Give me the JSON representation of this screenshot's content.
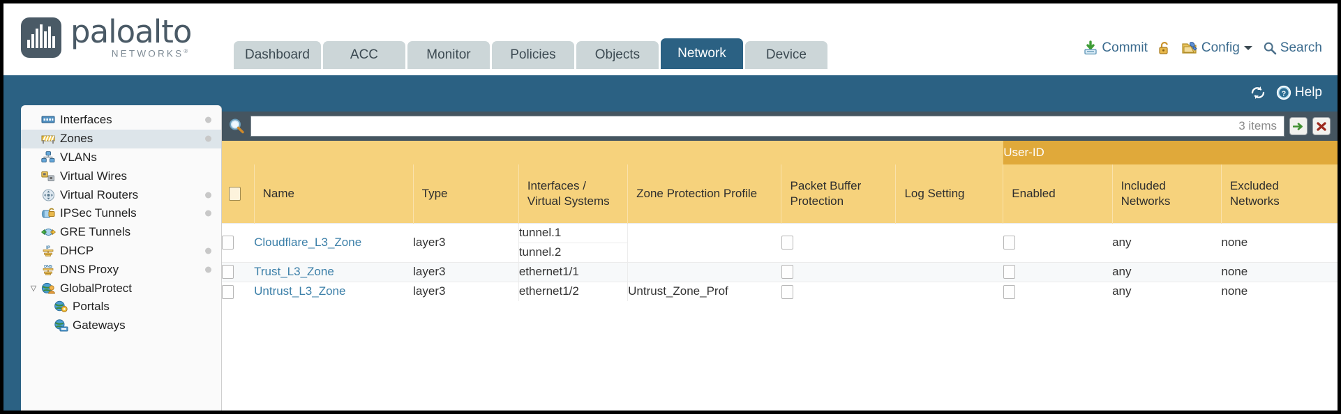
{
  "brand": {
    "name": "paloalto",
    "sub": "NETWORKS",
    "reg": "®"
  },
  "tabs": [
    {
      "label": "Dashboard",
      "active": false
    },
    {
      "label": "ACC",
      "active": false
    },
    {
      "label": "Monitor",
      "active": false
    },
    {
      "label": "Policies",
      "active": false
    },
    {
      "label": "Objects",
      "active": false
    },
    {
      "label": "Network",
      "active": true
    },
    {
      "label": "Device",
      "active": false
    }
  ],
  "toolbar": {
    "commit_label": "Commit",
    "lock_label": "",
    "config_label": "Config",
    "search_label": "Search",
    "refresh_label": "",
    "help_label": "Help"
  },
  "sidebar": {
    "items": [
      {
        "label": "Interfaces",
        "icon": "interfaces-icon",
        "selected": false,
        "dot": true,
        "child": false,
        "twisty": ""
      },
      {
        "label": "Zones",
        "icon": "zones-icon",
        "selected": true,
        "dot": true,
        "child": false,
        "twisty": ""
      },
      {
        "label": "VLANs",
        "icon": "vlans-icon",
        "selected": false,
        "dot": false,
        "child": false,
        "twisty": ""
      },
      {
        "label": "Virtual Wires",
        "icon": "virtual-wires-icon",
        "selected": false,
        "dot": false,
        "child": false,
        "twisty": ""
      },
      {
        "label": "Virtual Routers",
        "icon": "virtual-routers-icon",
        "selected": false,
        "dot": true,
        "child": false,
        "twisty": ""
      },
      {
        "label": "IPSec Tunnels",
        "icon": "ipsec-tunnels-icon",
        "selected": false,
        "dot": true,
        "child": false,
        "twisty": ""
      },
      {
        "label": "GRE Tunnels",
        "icon": "gre-tunnels-icon",
        "selected": false,
        "dot": false,
        "child": false,
        "twisty": ""
      },
      {
        "label": "DHCP",
        "icon": "dhcp-icon",
        "selected": false,
        "dot": true,
        "child": false,
        "twisty": ""
      },
      {
        "label": "DNS Proxy",
        "icon": "dns-proxy-icon",
        "selected": false,
        "dot": true,
        "child": false,
        "twisty": ""
      },
      {
        "label": "GlobalProtect",
        "icon": "globalprotect-icon",
        "selected": false,
        "dot": false,
        "child": false,
        "twisty": "▽"
      },
      {
        "label": "Portals",
        "icon": "portals-icon",
        "selected": false,
        "dot": false,
        "child": true,
        "twisty": ""
      },
      {
        "label": "Gateways",
        "icon": "gateways-icon",
        "selected": false,
        "dot": false,
        "child": true,
        "twisty": ""
      }
    ]
  },
  "search": {
    "value": "",
    "placeholder": "",
    "items_count": "3 items"
  },
  "table": {
    "group_header": {
      "label": "User-ID",
      "span": 3
    },
    "columns": [
      "Name",
      "Type",
      "Interfaces / Virtual Systems",
      "Zone Protection Profile",
      "Packet Buffer Protection",
      "Log Setting",
      "Enabled",
      "Included Networks",
      "Excluded Networks"
    ],
    "rows": [
      {
        "name": "Cloudflare_L3_Zone",
        "type": "layer3",
        "interfaces": [
          "tunnel.1",
          "tunnel.2"
        ],
        "zone_protection_profile": "",
        "packet_buffer_protection": false,
        "log_setting": "",
        "user_id_enabled": false,
        "included_networks": "any",
        "excluded_networks": "none",
        "selected": false
      },
      {
        "name": "Trust_L3_Zone",
        "type": "layer3",
        "interfaces": [
          "ethernet1/1"
        ],
        "zone_protection_profile": "",
        "packet_buffer_protection": false,
        "log_setting": "",
        "user_id_enabled": false,
        "included_networks": "any",
        "excluded_networks": "none",
        "selected": false
      },
      {
        "name": "Untrust_L3_Zone",
        "type": "layer3",
        "interfaces": [
          "ethernet1/2"
        ],
        "zone_protection_profile": "Untrust_Zone_Prof",
        "packet_buffer_protection": false,
        "log_setting": "",
        "user_id_enabled": false,
        "included_networks": "any",
        "excluded_networks": "none",
        "selected": false
      }
    ]
  },
  "colors": {
    "brand_blue": "#2b6183",
    "header_amber": "#f6d27c",
    "group_amber": "#e0a93a",
    "link_blue": "#3b7fa8",
    "tab_gray": "#ccd6d8"
  }
}
